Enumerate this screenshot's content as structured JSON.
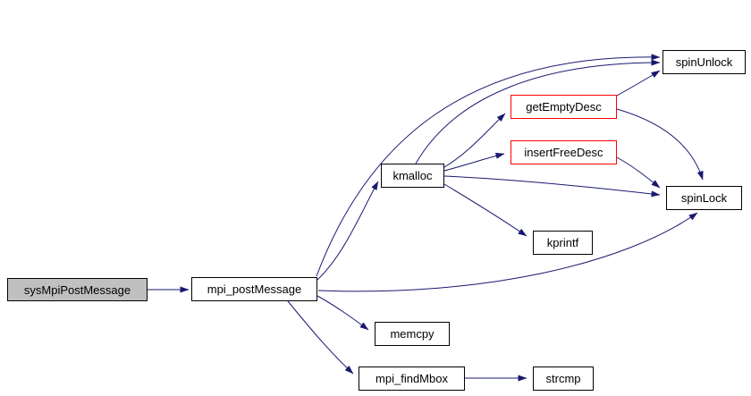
{
  "diagram": {
    "type": "call-graph",
    "background": "#ffffff",
    "edge_color": "#191970",
    "node_border_color": "#000000",
    "truncated_node_border_color": "#ff0000",
    "focus_node_fill": "#c0c0c0",
    "nodes": {
      "sysMpiPostMessage": {
        "label": "sysMpiPostMessage",
        "fill": "#c0c0c0",
        "border": "#000000"
      },
      "mpi_postMessage": {
        "label": "mpi_postMessage",
        "fill": "#ffffff",
        "border": "#000000"
      },
      "kmalloc": {
        "label": "kmalloc",
        "fill": "#ffffff",
        "border": "#000000"
      },
      "getEmptyDesc": {
        "label": "getEmptyDesc",
        "fill": "#ffffff",
        "border": "#ff0000"
      },
      "insertFreeDesc": {
        "label": "insertFreeDesc",
        "fill": "#ffffff",
        "border": "#ff0000"
      },
      "spinUnlock": {
        "label": "spinUnlock",
        "fill": "#ffffff",
        "border": "#000000"
      },
      "spinLock": {
        "label": "spinLock",
        "fill": "#ffffff",
        "border": "#000000"
      },
      "kprintf": {
        "label": "kprintf",
        "fill": "#ffffff",
        "border": "#000000"
      },
      "memcpy": {
        "label": "memcpy",
        "fill": "#ffffff",
        "border": "#000000"
      },
      "mpi_findMbox": {
        "label": "mpi_findMbox",
        "fill": "#ffffff",
        "border": "#000000"
      },
      "strcmp": {
        "label": "strcmp",
        "fill": "#ffffff",
        "border": "#000000"
      }
    },
    "edges": [
      {
        "from": "sysMpiPostMessage",
        "to": "mpi_postMessage"
      },
      {
        "from": "mpi_postMessage",
        "to": "kmalloc"
      },
      {
        "from": "mpi_postMessage",
        "to": "spinUnlock"
      },
      {
        "from": "mpi_postMessage",
        "to": "spinLock"
      },
      {
        "from": "mpi_postMessage",
        "to": "memcpy"
      },
      {
        "from": "mpi_postMessage",
        "to": "mpi_findMbox"
      },
      {
        "from": "kmalloc",
        "to": "getEmptyDesc"
      },
      {
        "from": "kmalloc",
        "to": "insertFreeDesc"
      },
      {
        "from": "kmalloc",
        "to": "spinUnlock"
      },
      {
        "from": "kmalloc",
        "to": "spinLock"
      },
      {
        "from": "kmalloc",
        "to": "kprintf"
      },
      {
        "from": "getEmptyDesc",
        "to": "spinUnlock"
      },
      {
        "from": "getEmptyDesc",
        "to": "spinLock"
      },
      {
        "from": "insertFreeDesc",
        "to": "spinLock"
      },
      {
        "from": "mpi_findMbox",
        "to": "strcmp"
      }
    ]
  }
}
